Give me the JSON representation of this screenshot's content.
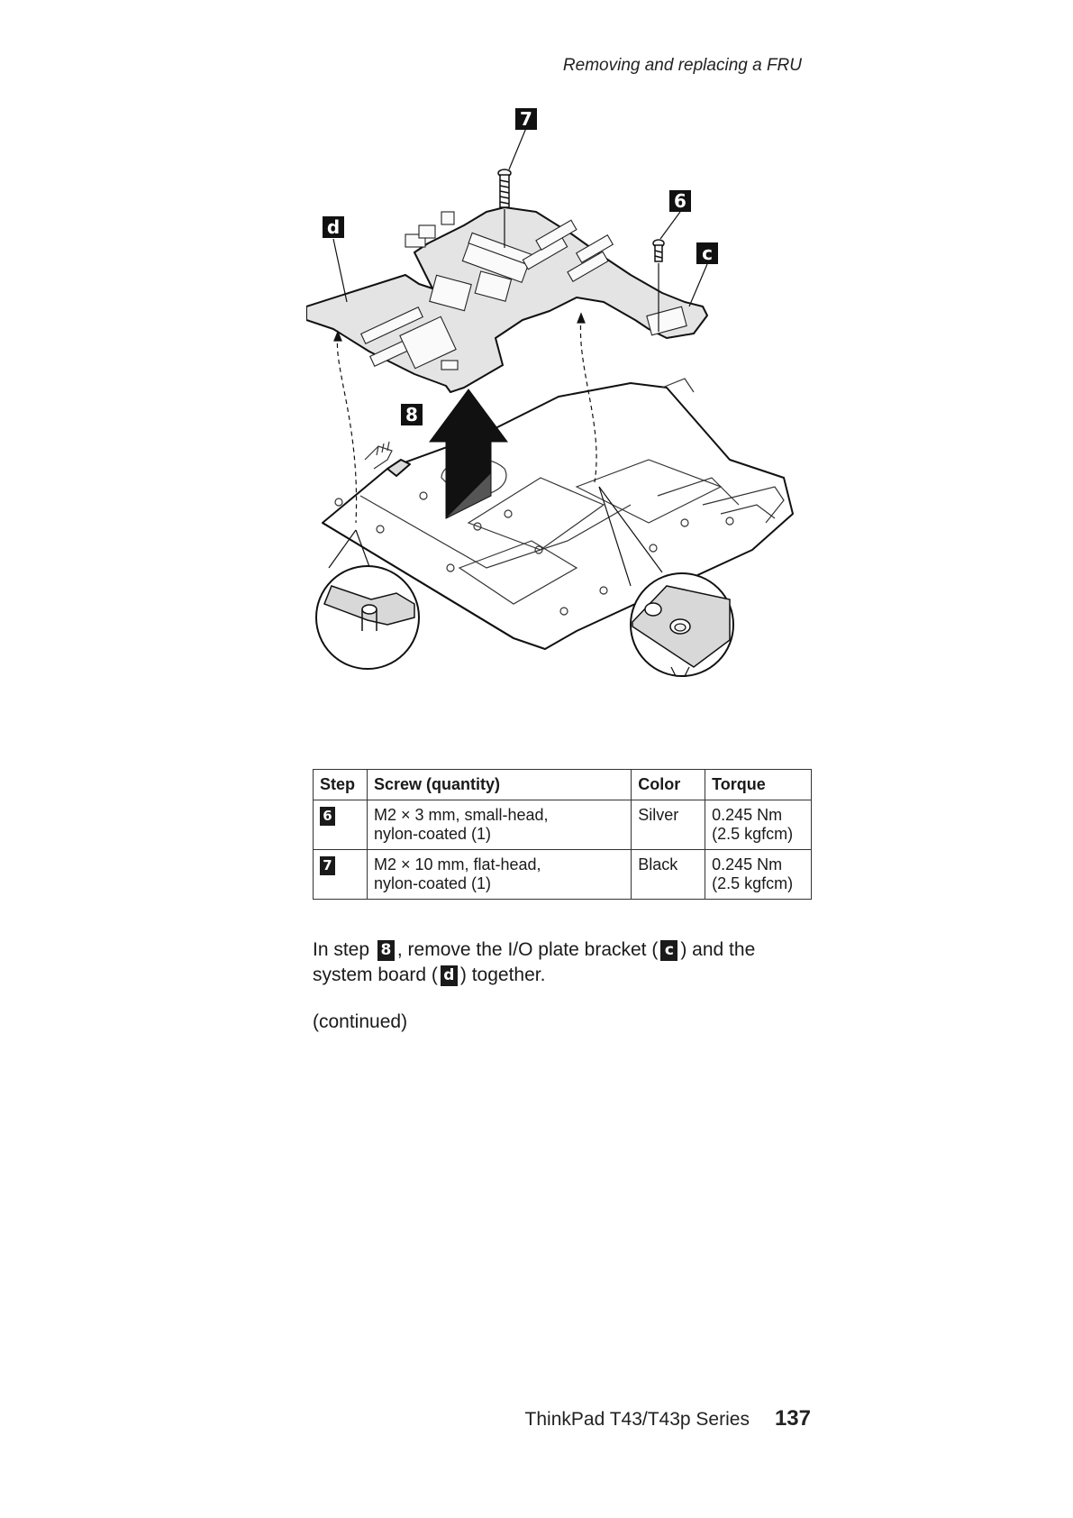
{
  "header": {
    "running_title": "Removing and replacing a FRU"
  },
  "figure": {
    "callouts": {
      "c": "c",
      "d": "d",
      "six": "6",
      "seven": "7",
      "eight": "8"
    }
  },
  "table": {
    "headers": {
      "step": "Step",
      "screw": "Screw (quantity)",
      "color": "Color",
      "torque": "Torque"
    },
    "rows": [
      {
        "step": "6",
        "screw": "M2 × 3 mm, small-head,\nnylon-coated (1)",
        "color": "Silver",
        "torque": "0.245 Nm\n(2.5 kgfcm)"
      },
      {
        "step": "7",
        "screw": "M2 × 10 mm, flat-head,\nnylon-coated (1)",
        "color": "Black",
        "torque": "0.245 Nm\n(2.5 kgfcm)"
      }
    ]
  },
  "instruction": {
    "part1": "In step",
    "step": "8",
    "part2": ", remove the I/O plate bracket (",
    "bracket": "c",
    "part3": ") and the system board (",
    "board": "d",
    "part4": ") together."
  },
  "continued": "(continued)",
  "footer": {
    "series": "ThinkPad T43/T43p Series",
    "page_number": "137"
  }
}
